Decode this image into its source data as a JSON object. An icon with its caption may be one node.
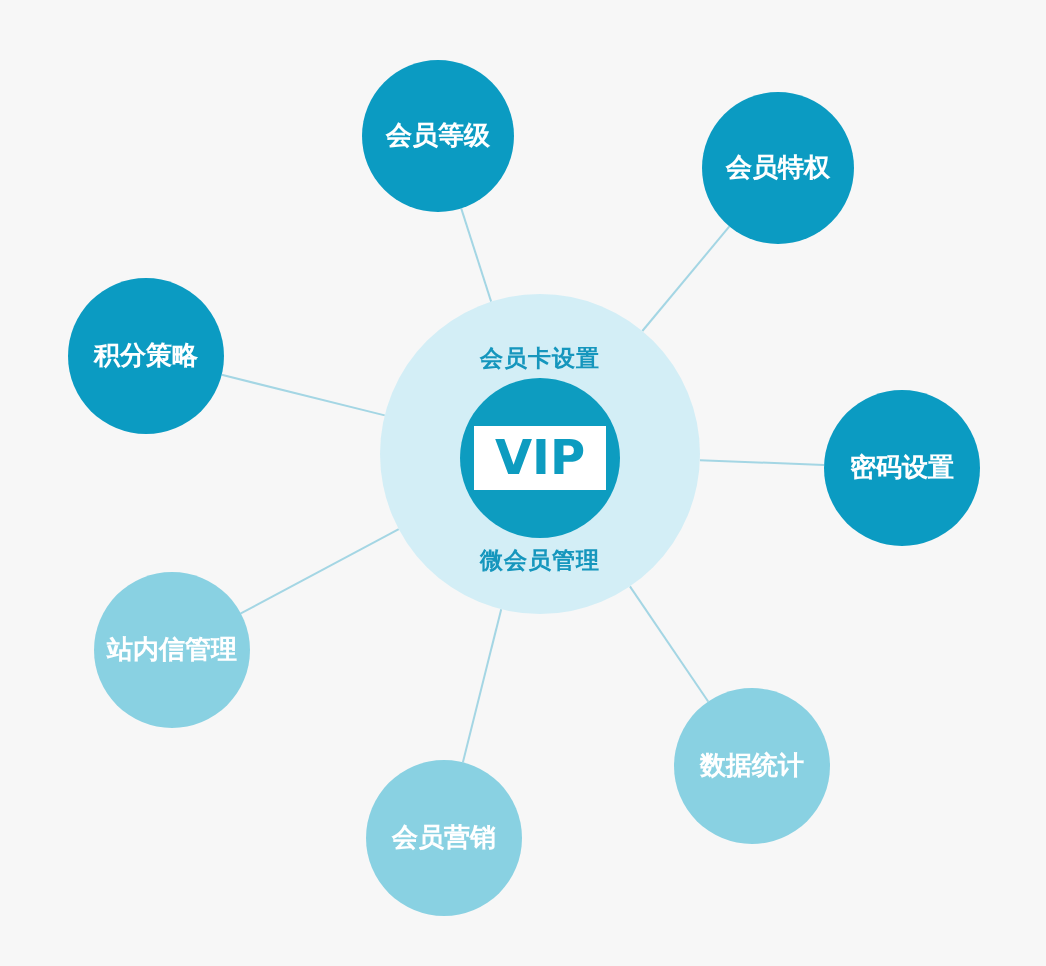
{
  "diagram": {
    "nodes": [
      {
        "text": [
          "会员卡设置",
          "微会员管理"
        ]
      },
      {
        "text": [
          "VIP"
        ],
        "in": 0
      },
      {
        "text": [
          "会员等级"
        ]
      },
      {
        "text": [
          "会员特权"
        ]
      },
      {
        "text": [
          "积分策略"
        ]
      },
      {
        "text": [
          "密码设置"
        ]
      },
      {
        "text": [
          "站内信管理"
        ]
      },
      {
        "text": [
          "数据统计"
        ]
      },
      {
        "text": [
          "会员营销"
        ]
      }
    ],
    "edges": [
      {
        "from": 0,
        "to": 2,
        "arrow": "none"
      },
      {
        "from": 0,
        "to": 3,
        "arrow": "none"
      },
      {
        "from": 0,
        "to": 4,
        "arrow": "none"
      },
      {
        "from": 0,
        "to": 5,
        "arrow": "none"
      },
      {
        "from": 0,
        "to": 6,
        "arrow": "none"
      },
      {
        "from": 0,
        "to": 7,
        "arrow": "none"
      },
      {
        "from": 0,
        "to": 8,
        "arrow": "none"
      }
    ]
  }
}
